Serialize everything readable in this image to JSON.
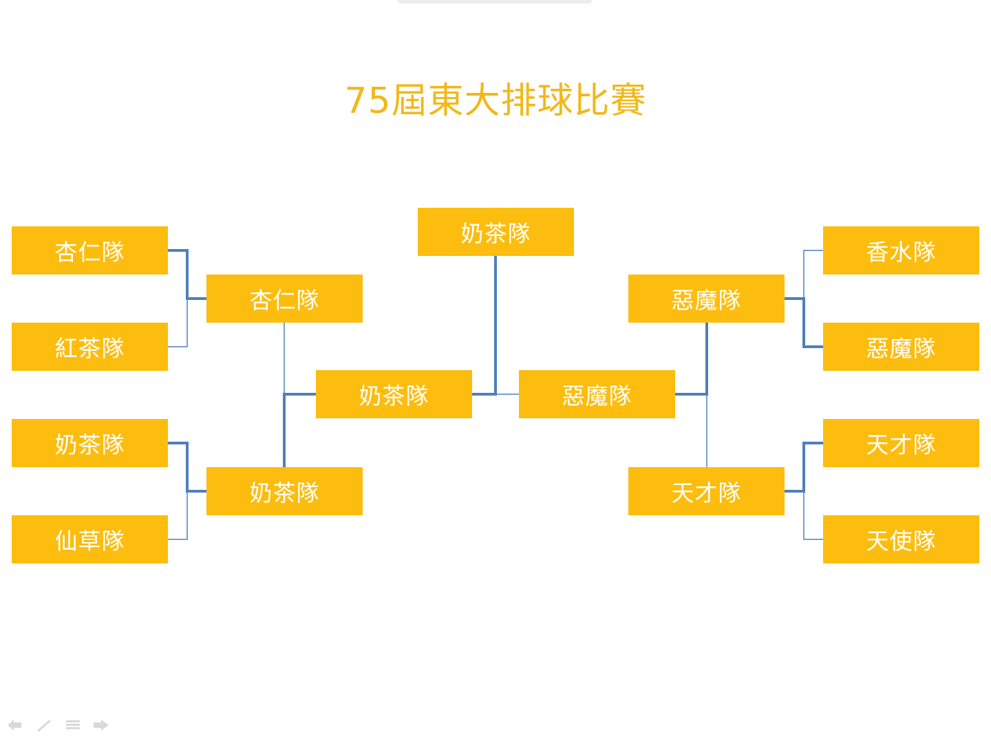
{
  "title": "75屆東大排球比賽",
  "colors": {
    "box": "#fdbd0e",
    "box_text": "#ffffff",
    "title": "#f2b81a",
    "connector": "#4f7fbd"
  },
  "bracket": {
    "final": {
      "winner": "奶茶隊"
    },
    "semifinal": {
      "left": "奶茶隊",
      "right": "惡魔隊"
    },
    "quarterfinal": {
      "left_top": "杏仁隊",
      "left_bottom": "奶茶隊",
      "right_top": "惡魔隊",
      "right_bottom": "天才隊"
    },
    "round1": {
      "left": [
        "杏仁隊",
        "紅茶隊",
        "奶茶隊",
        "仙草隊"
      ],
      "right": [
        "香水隊",
        "惡魔隊",
        "天才隊",
        "天使隊"
      ]
    }
  },
  "slideshow_nav": {
    "icons": [
      "arrow-left-icon",
      "pen-icon",
      "menu-icon",
      "arrow-right-icon"
    ]
  }
}
